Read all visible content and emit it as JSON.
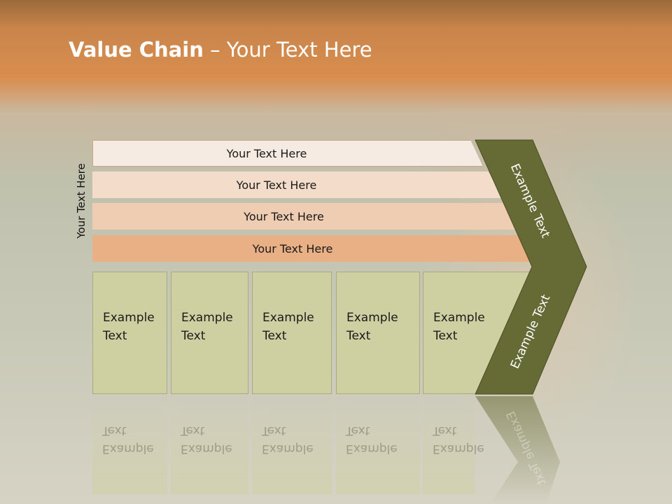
{
  "title": {
    "bold": "Value Chain",
    "rest": " – Your Text Here"
  },
  "side_label": "Your Text Here",
  "bars": [
    "Your Text Here",
    "Your Text Here",
    "Your Text Here",
    "Your Text Here"
  ],
  "boxes": [
    {
      "line1": "Example",
      "line2": "Text"
    },
    {
      "line1": "Example",
      "line2": "Text"
    },
    {
      "line1": "Example",
      "line2": "Text"
    },
    {
      "line1": "Example",
      "line2": "Text"
    },
    {
      "line1": "Example",
      "line2": "Text"
    }
  ],
  "chevron": {
    "top_label": "Example Text",
    "bottom_label": "Example Text"
  },
  "colors": {
    "title_band": "#d98e4f",
    "chevron": "#666b35",
    "box": "#cfd0a2",
    "bar4": "#e8b084"
  }
}
